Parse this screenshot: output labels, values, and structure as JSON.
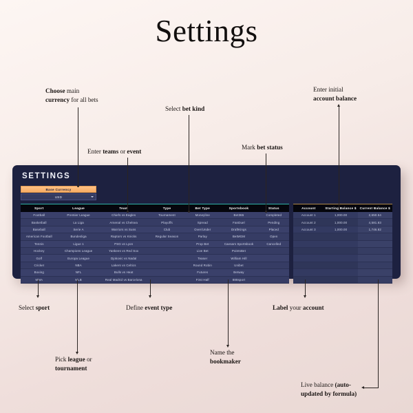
{
  "page": {
    "title": "Settings"
  },
  "panel": {
    "title": "SETTINGS",
    "currency": {
      "header_label": "Base  Currency",
      "selected_value": "USD",
      "caret_icon": "chevron-down-icon"
    }
  },
  "bets_table": {
    "accent_color": "#2fb3a8",
    "columns": [
      "Sport",
      "League",
      "Team",
      "Type",
      "Bet Type",
      "Sportsbook",
      "Status"
    ],
    "rows": [
      [
        "Football",
        "Premier League",
        "Chiefs vs Eagles",
        "Tournament",
        "Moneyline",
        "Bet365",
        "Completed"
      ],
      [
        "Basketball",
        "La Liga",
        "Arsenal vs Chelsea",
        "Playoffs",
        "Spread",
        "FanDuel",
        "Pending"
      ],
      [
        "Baseball",
        "Serie A",
        "Warriors vs Suns",
        "Club",
        "Over/Under",
        "DraftKings",
        "Placed"
      ],
      [
        "American Football",
        "Bundesliga",
        "Raptors vs Knicks",
        "Regular Season",
        "Parlay",
        "BetMGM",
        "Open"
      ],
      [
        "Tennis",
        "Ligue 1",
        "PSG vs Lyon",
        "",
        "Prop Bet",
        "Caesars Sportsbook",
        "Cancelled"
      ],
      [
        "Hockey",
        "Champions League",
        "Yankees vs Red Sox",
        "",
        "Live Bet",
        "PointsBet",
        ""
      ],
      [
        "Golf",
        "Europa League",
        "Djokovic vs Nadal",
        "",
        "Teaser",
        "William Hill",
        ""
      ],
      [
        "Cricket",
        "NBA",
        "Lakers vs Celtics",
        "",
        "Round Robin",
        "Unibet",
        ""
      ],
      [
        "Boxing",
        "NFL",
        "Bulls vs Heat",
        "",
        "Futures",
        "Betway",
        ""
      ],
      [
        "MMA",
        "MLB",
        "Real Madrid vs Barcelona",
        "",
        "First Half",
        "888sport",
        ""
      ]
    ]
  },
  "accounts_table": {
    "accent_color": "#b08a4a",
    "columns": [
      "Account",
      "Starting Balance $",
      "Current Balance $"
    ],
    "rows": [
      [
        "Account 1",
        "1,000.00",
        "2,650.54"
      ],
      [
        "Account 2",
        "1,000.00",
        "4,581.83"
      ],
      [
        "Account 3",
        "1,000.00",
        "1,746.82"
      ]
    ],
    "empty_row_count": 7
  },
  "annotations": [
    {
      "id": "choose-currency",
      "line1_bold": "Choose",
      "line1_rest": " main",
      "line2_bold": "currency",
      "line2_rest": " for all bets"
    },
    {
      "id": "enter-teams",
      "line1_rest": "Enter ",
      "line1_bold": "teams",
      "line1_tail": " or ",
      "line1_bold2": "event"
    },
    {
      "id": "select-bet-kind",
      "line1_rest": "Select ",
      "line1_bold": "bet kind"
    },
    {
      "id": "mark-bet-status",
      "line1_rest": "Mark ",
      "line1_bold": "bet status"
    },
    {
      "id": "enter-initial-balance",
      "line1_rest": "Enter initial",
      "line2_bold": "account balance"
    },
    {
      "id": "select-sport",
      "line1_rest": "Select ",
      "line1_bold": "sport"
    },
    {
      "id": "define-event-type",
      "line1_rest": "Define ",
      "line1_bold": "event type"
    },
    {
      "id": "label-account",
      "line1_bold": "Label",
      "line1_rest": " your ",
      "line1_bold2": "account"
    },
    {
      "id": "pick-league",
      "line1_rest": "Pick ",
      "line1_bold": "league",
      "line1_tail": " or",
      "line2_bold": "tournament"
    },
    {
      "id": "name-bookmaker",
      "line1_rest": "Name the",
      "line2_bold": "bookmaker"
    },
    {
      "id": "live-balance",
      "line1_rest": "Live balance ",
      "line1_bold": "(auto-",
      "line2_bold": "updated by formula)"
    }
  ]
}
